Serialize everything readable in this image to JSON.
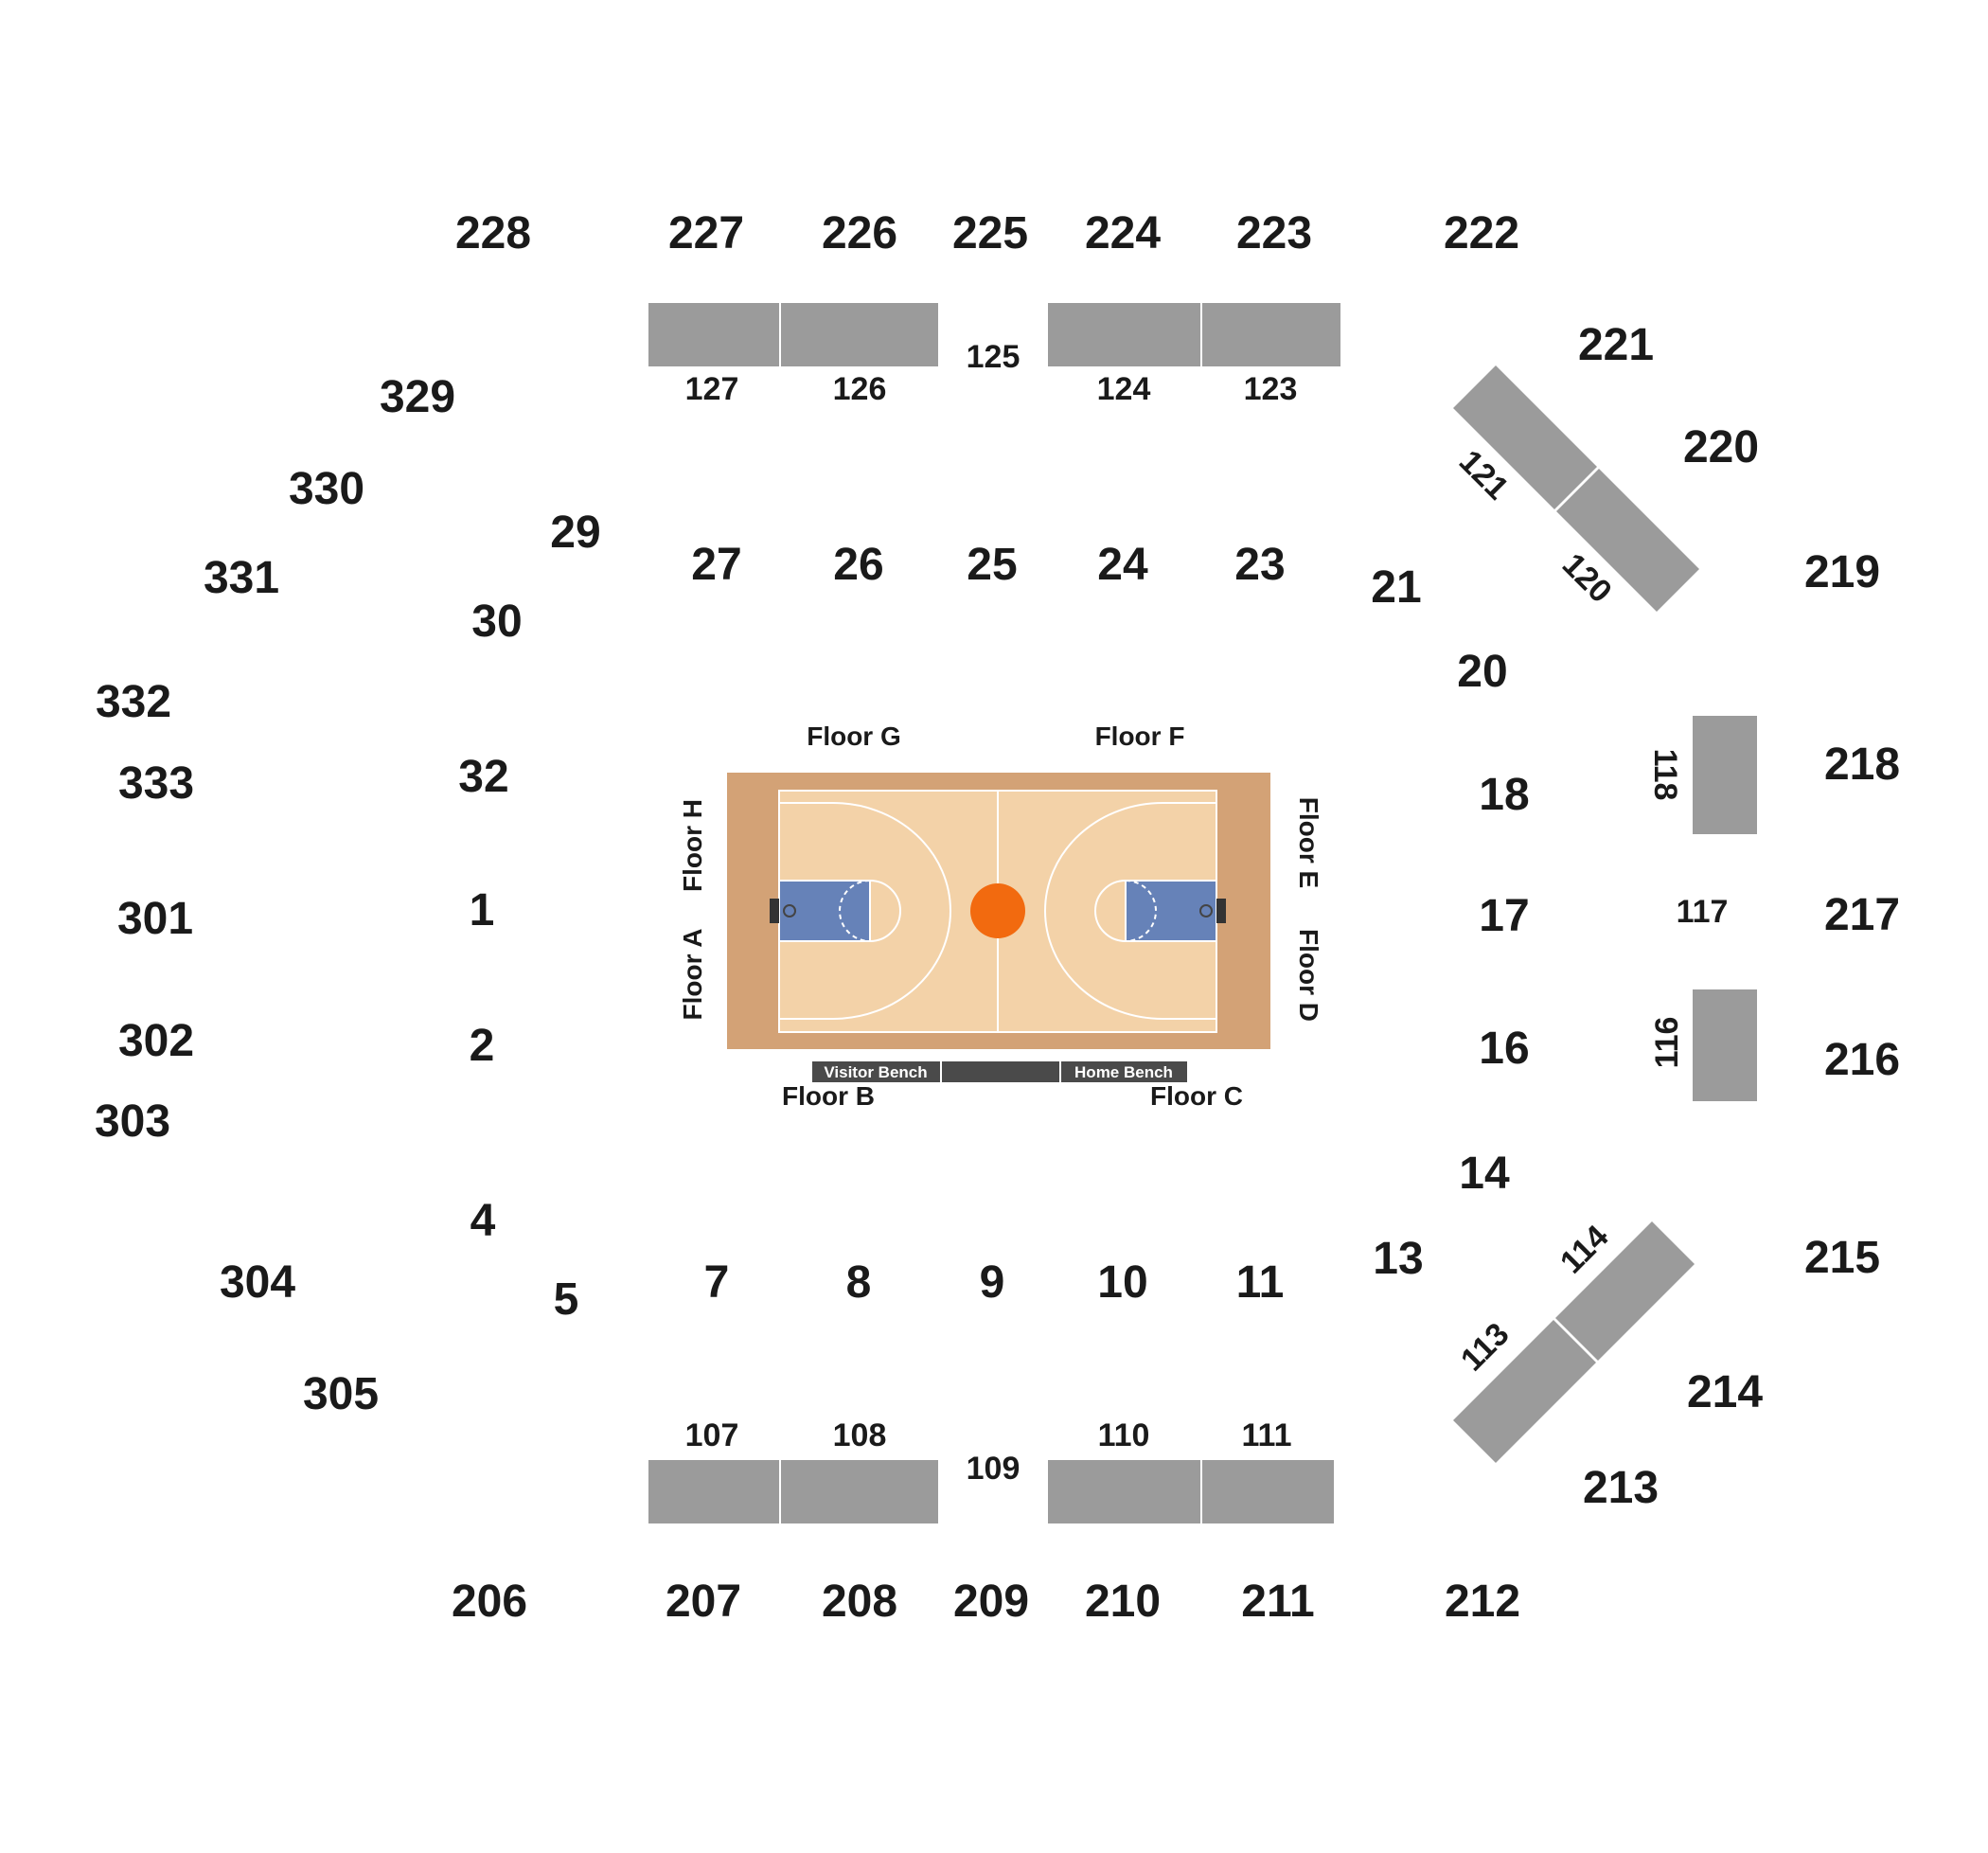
{
  "venue": {
    "colors": {
      "block": "#9b9b9b",
      "court_outer": "#d3a276",
      "court_inner": "#f3d2a8",
      "paint": "#6682b8",
      "ball": "#f26a0f",
      "bench": "#4a4a4a",
      "text": "#1a1a1a"
    },
    "upper_sections": {
      "s228": "228",
      "s227": "227",
      "s226": "226",
      "s225": "225",
      "s224": "224",
      "s223": "223",
      "s222": "222",
      "s221": "221",
      "s220": "220",
      "s219": "219",
      "s218": "218",
      "s217": "217",
      "s216": "216",
      "s215": "215",
      "s214": "214",
      "s213": "213",
      "s212": "212",
      "s211": "211",
      "s210": "210",
      "s209": "209",
      "s208": "208",
      "s207": "207",
      "s206": "206",
      "s305": "305",
      "s304": "304",
      "s303": "303",
      "s302": "302",
      "s301": "301",
      "s333": "333",
      "s332": "332",
      "s331": "331",
      "s330": "330",
      "s329": "329"
    },
    "lower_sections": {
      "s1": "1",
      "s2": "2",
      "s4": "4",
      "s5": "5",
      "s7": "7",
      "s8": "8",
      "s9": "9",
      "s10": "10",
      "s11": "11",
      "s13": "13",
      "s14": "14",
      "s16": "16",
      "s17": "17",
      "s18": "18",
      "s20": "20",
      "s21": "21",
      "s23": "23",
      "s24": "24",
      "s25": "25",
      "s26": "26",
      "s27": "27",
      "s29": "29",
      "s30": "30",
      "s32": "32"
    },
    "block_sections": {
      "s127": "127",
      "s126": "126",
      "s125": "125",
      "s124": "124",
      "s123": "123",
      "s121": "121",
      "s120": "120",
      "s118": "118",
      "s117": "117",
      "s116": "116",
      "s114": "114",
      "s113": "113",
      "s107": "107",
      "s108": "108",
      "s109": "109",
      "s110": "110",
      "s111": "111"
    },
    "floor": {
      "a": "Floor A",
      "b": "Floor B",
      "c": "Floor C",
      "d": "Floor D",
      "e": "Floor E",
      "f": "Floor F",
      "g": "Floor G",
      "h": "Floor H"
    },
    "benches": {
      "visitor": "Visitor Bench",
      "home": "Home Bench"
    }
  }
}
